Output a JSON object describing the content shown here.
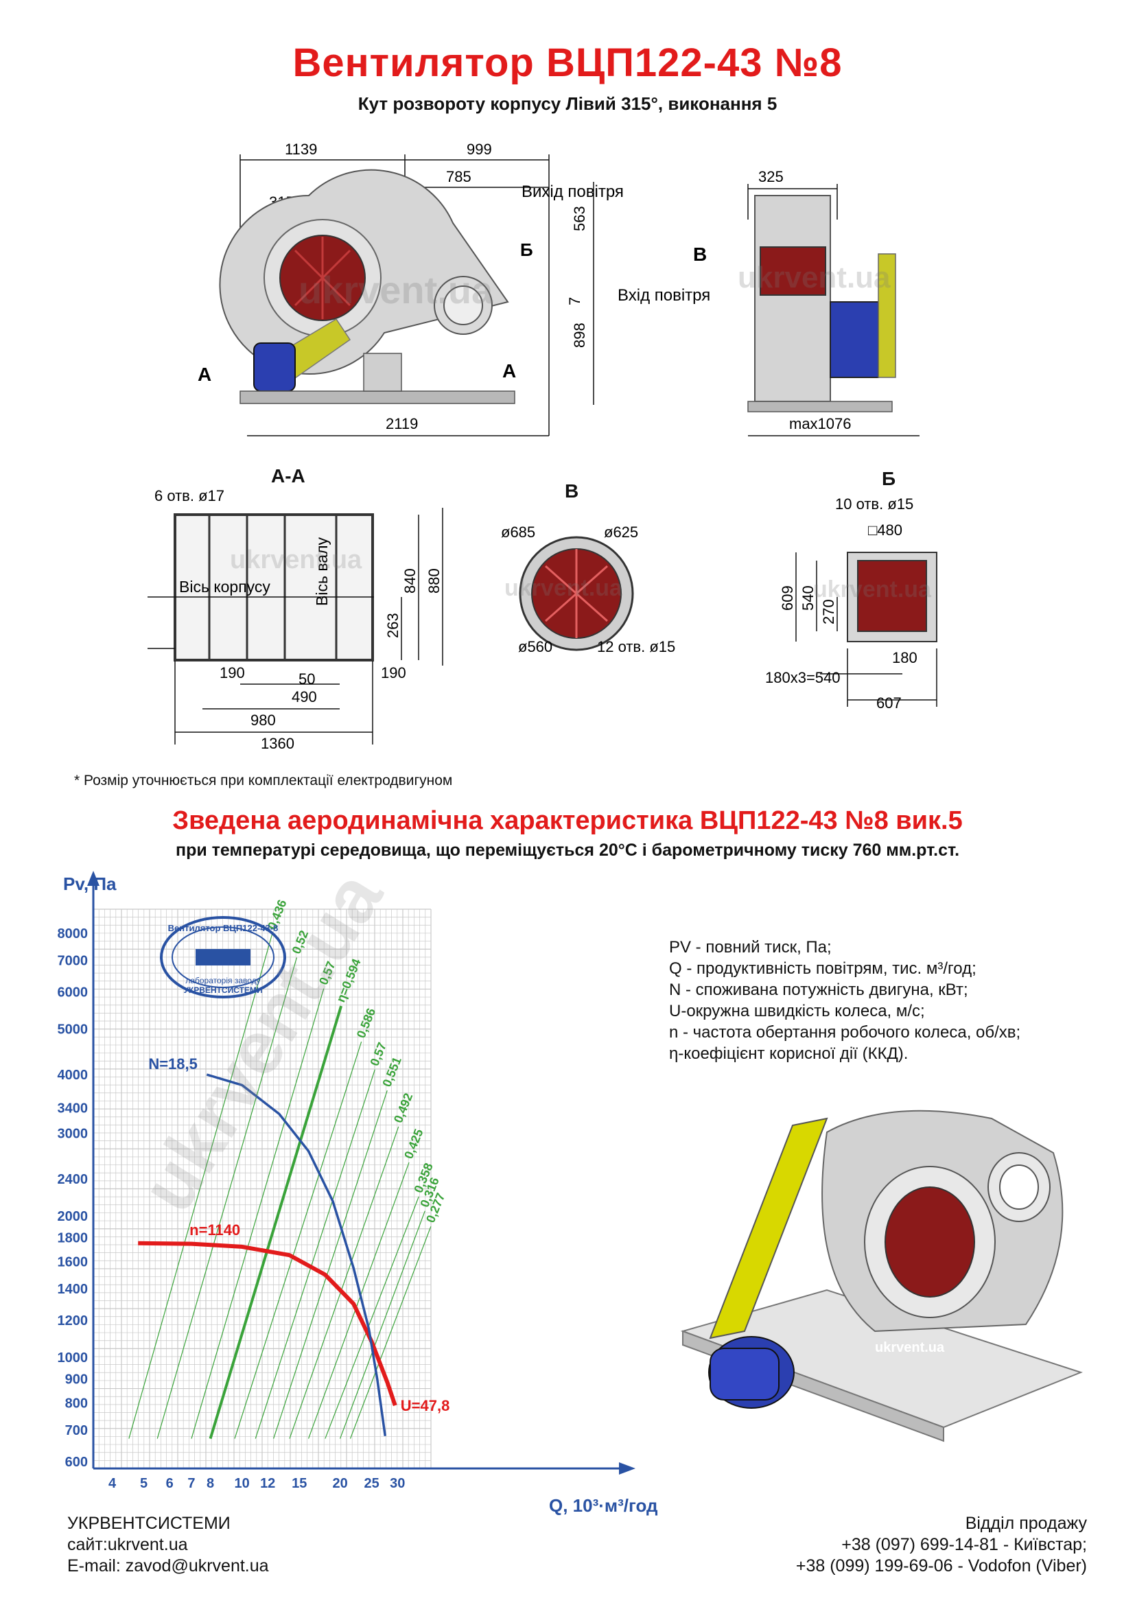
{
  "header": {
    "title": "Вентилятор  ВЦП122-43 №8",
    "subtitle": "Кут розвороту корпусу Лівий 315°, виконання 5"
  },
  "front_view": {
    "dims": [
      "1139",
      "999",
      "785",
      "315°",
      "563",
      "7",
      "898",
      "2119"
    ],
    "labels": {
      "air_out": "Вихід повітря",
      "b": "Б",
      "a_left": "А",
      "a_right": "А"
    }
  },
  "side_view": {
    "dims": [
      "325",
      "max1076"
    ],
    "labels": {
      "v": "В",
      "air_in": "Вхід повітря"
    }
  },
  "section_aa": {
    "title": "А-А",
    "holes": "6 отв. ø17",
    "axis_body": "Вісь корпусу",
    "axis_shaft": "Вісь валу",
    "dims": [
      "840",
      "880",
      "263",
      "190",
      "190",
      "50",
      "490",
      "980",
      "1360"
    ]
  },
  "section_v": {
    "title": "В",
    "dims": [
      "ø685",
      "ø625",
      "ø560",
      "12 отв. ø15"
    ]
  },
  "section_b": {
    "title": "Б",
    "holes": "10 отв. ø15",
    "dims": [
      "□480",
      "609",
      "540",
      "270",
      "180",
      "180х3=540",
      "607"
    ]
  },
  "watermark": "ukrvent.ua",
  "note": "* Розмір уточнюється при комплектації електродвигуном",
  "chart_header": {
    "title": "Зведена аеродинамічна характеристика ВЦП122-43 №8 вик.5",
    "subtitle": "при температурі середовища, що переміщується 20°С і барометричному тиску 760 мм.рт.ст."
  },
  "chart_data": {
    "type": "line",
    "ylabel": "Pv, Па",
    "xlabel": "Q, 10³·м³/год",
    "x_scale": "log",
    "y_scale": "log",
    "xlim": [
      3.5,
      38
    ],
    "ylim": [
      580,
      9000
    ],
    "x_ticks": [
      "4",
      "5",
      "6",
      "7",
      "8",
      "10",
      "12",
      "15",
      "20",
      "25",
      "30"
    ],
    "y_ticks": [
      "600",
      "700",
      "800",
      "900",
      "1000",
      "1200",
      "1400",
      "1600",
      "1800",
      "2000",
      "2400",
      "3000",
      "3400",
      "4000",
      "5000",
      "6000",
      "7000",
      "8000"
    ],
    "stamp": {
      "top": "Вентилятор ВЦП122-43-8",
      "bottom1": "лабораторія заводу",
      "bottom2": "УКРВЕНТСИСТЕМИ"
    },
    "series": [
      {
        "name": "n=1140",
        "color": "#e21b1b",
        "points": [
          [
            4.8,
            1750
          ],
          [
            7,
            1745
          ],
          [
            10,
            1720
          ],
          [
            14,
            1650
          ],
          [
            18,
            1500
          ],
          [
            22,
            1300
          ],
          [
            25,
            1080
          ],
          [
            28,
            880
          ],
          [
            29.5,
            790
          ]
        ]
      },
      {
        "name": "N=18,5",
        "color": "#2952a3",
        "points": [
          [
            7.8,
            4000
          ],
          [
            10,
            3800
          ],
          [
            13,
            3300
          ],
          [
            16,
            2750
          ],
          [
            19,
            2150
          ],
          [
            22,
            1550
          ],
          [
            24.5,
            1150
          ],
          [
            26,
            900
          ],
          [
            27.5,
            680
          ]
        ]
      }
    ],
    "efficiency_labels": [
      "0,436",
      "0,52",
      "0,57",
      "η=0,594",
      "0,586",
      "0,57",
      "0,551",
      "0,492",
      "0,425",
      "0,358",
      "0,316",
      "0,277"
    ],
    "curve_labels": {
      "n": "n=1140",
      "N": "N=18,5",
      "U": "U=47,8"
    }
  },
  "legend": [
    "PV - повний тиск, Па;",
    "Q - продуктивність повітрям, тис. м³/год;",
    "N - споживана потужність двигуна, кВт;",
    "U-окружна швидкість колеса, м/с;",
    "n - частота обертання робочого колеса, об/хв;",
    "η-коефіцієнт корисної дії (ККД)."
  ],
  "footer": {
    "company": "УКРВЕНТСИСТЕМИ",
    "site": "сайт:ukrvent.ua",
    "email": "E-mail: zavod@ukrvent.ua",
    "sales": "Відділ продажу",
    "phone1": "+38 (097) 699-14-81 - Київстар;",
    "phone2": "+38 (099) 199-69-06 - Vodofon (Viber)"
  },
  "colors": {
    "accent": "#e21b1b",
    "grid": "#c8c8c8",
    "efficiency": "#3aa33a",
    "power": "#2952a3",
    "rotor": "#8b1a1a",
    "frame": "#c8c8c8",
    "belt": "#d9d900",
    "motor": "#2b3fb0"
  }
}
